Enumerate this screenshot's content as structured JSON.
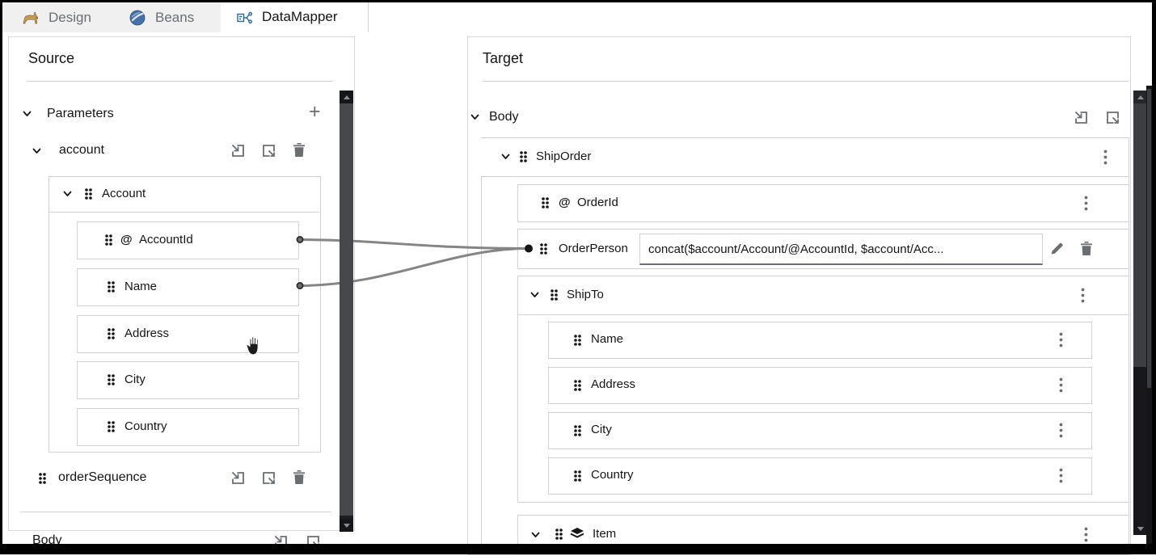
{
  "tabs": {
    "design": "Design",
    "beans": "Beans",
    "datamapper": "DataMapper"
  },
  "source": {
    "title": "Source",
    "parameters": {
      "label": "Parameters",
      "add_button": "+",
      "account": {
        "name": "account",
        "root": "Account",
        "attr_symbol": "@",
        "fields": [
          {
            "label": "AccountId"
          },
          {
            "label": "Name"
          },
          {
            "label": "Address"
          },
          {
            "label": "City"
          },
          {
            "label": "Country"
          }
        ]
      },
      "order_sequence": {
        "name": "orderSequence"
      }
    },
    "body": {
      "label": "Body"
    }
  },
  "target": {
    "title": "Target",
    "body": {
      "label": "Body"
    },
    "ship_order": {
      "label": "ShipOrder"
    },
    "order_id": {
      "attr_symbol": "@",
      "label": "OrderId"
    },
    "order_person": {
      "label": "OrderPerson",
      "expression": "concat($account/Account/@AccountId, $account/Acc..."
    },
    "ship_to": {
      "label": "ShipTo",
      "fields": [
        {
          "label": "Name"
        },
        {
          "label": "Address"
        },
        {
          "label": "City"
        },
        {
          "label": "Country"
        }
      ]
    },
    "item": {
      "label": "Item"
    }
  },
  "colors": {
    "accent_blue": "#2b6a8f",
    "connection_line": "#858585",
    "row_border": "#d2d2d2",
    "icon_gray": "#6a6e73",
    "text": "#151515",
    "tab_bg": "#f0f0f1",
    "scrollbar_thumb": "#46484c",
    "scrollbar_track": "#1b1d20"
  }
}
